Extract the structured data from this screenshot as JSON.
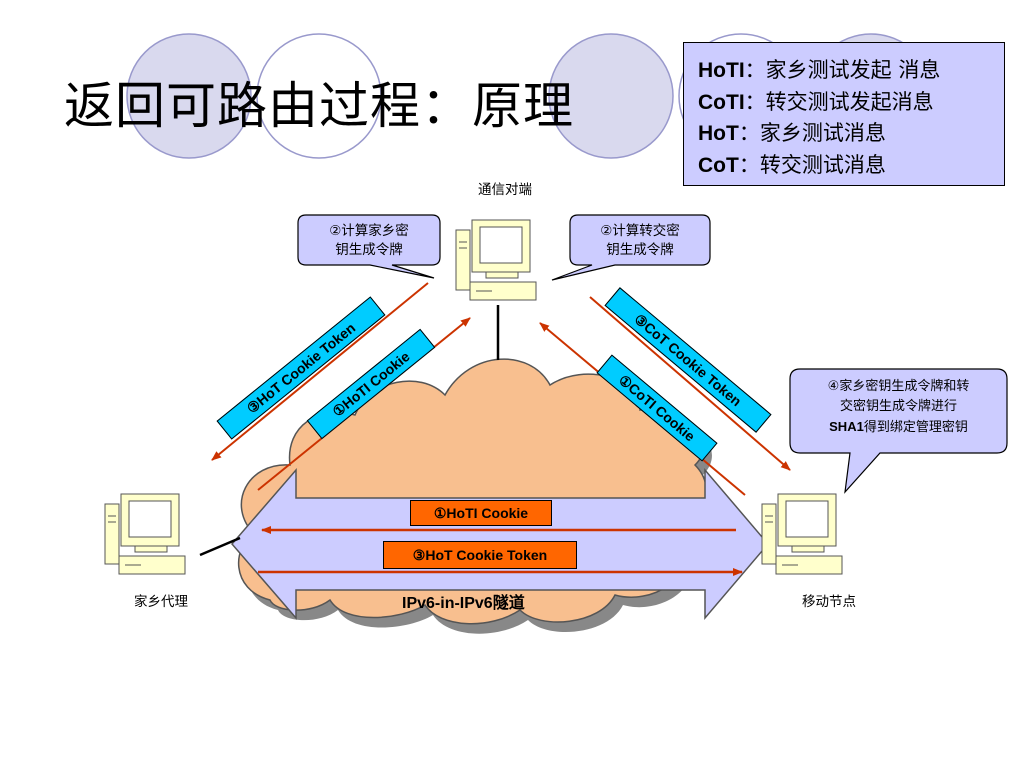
{
  "title": "返回可路由过程：原理",
  "legend": [
    {
      "abbr": "HoTI",
      "sep": "：",
      "desc": "家乡测试发起 消息"
    },
    {
      "abbr": "CoTI",
      "sep": "：",
      "desc": "转交测试发起消息"
    },
    {
      "abbr": "HoT",
      "sep": "：",
      "desc": "家乡测试消息"
    },
    {
      "abbr": "CoT",
      "sep": "：",
      "desc": "转交测试消息"
    }
  ],
  "nodes": {
    "correspondent": "通信对端",
    "home_agent": "家乡代理",
    "mobile_node": "移动节点"
  },
  "callouts": {
    "left": [
      "②计算家乡密",
      "钥生成令牌"
    ],
    "right": [
      "②计算转交密",
      "钥生成令牌"
    ],
    "mobile": [
      "④家乡密钥生成令牌和转",
      "交密钥生成令牌进行",
      "SHA1",
      "得到绑定管理密钥"
    ]
  },
  "messages": {
    "hot_token_diag": "③HoT Cookie Token",
    "hoti_cookie_diag": "①HoTI Cookie",
    "cot_token_diag": "③CoT Cookie Token",
    "coti_cookie_diag": "①CoTI Cookie",
    "hoti_cookie_tunnel": "①HoTI Cookie",
    "hot_token_tunnel": "③HoT Cookie Token"
  },
  "tunnel_label": "IPv6-in-IPv6隧道",
  "colors": {
    "circle_fill": "#d9d9ee",
    "circle_stroke": "#9999cc",
    "legend_fill": "#ccccff",
    "cloud_fill": "#f8bf8f",
    "tunnel_fill": "#ccccff",
    "arrow": "#cc3300",
    "tag_cyan": "#00ccff",
    "tag_orange": "#ff6600",
    "computer_fill": "#ffffcc"
  }
}
